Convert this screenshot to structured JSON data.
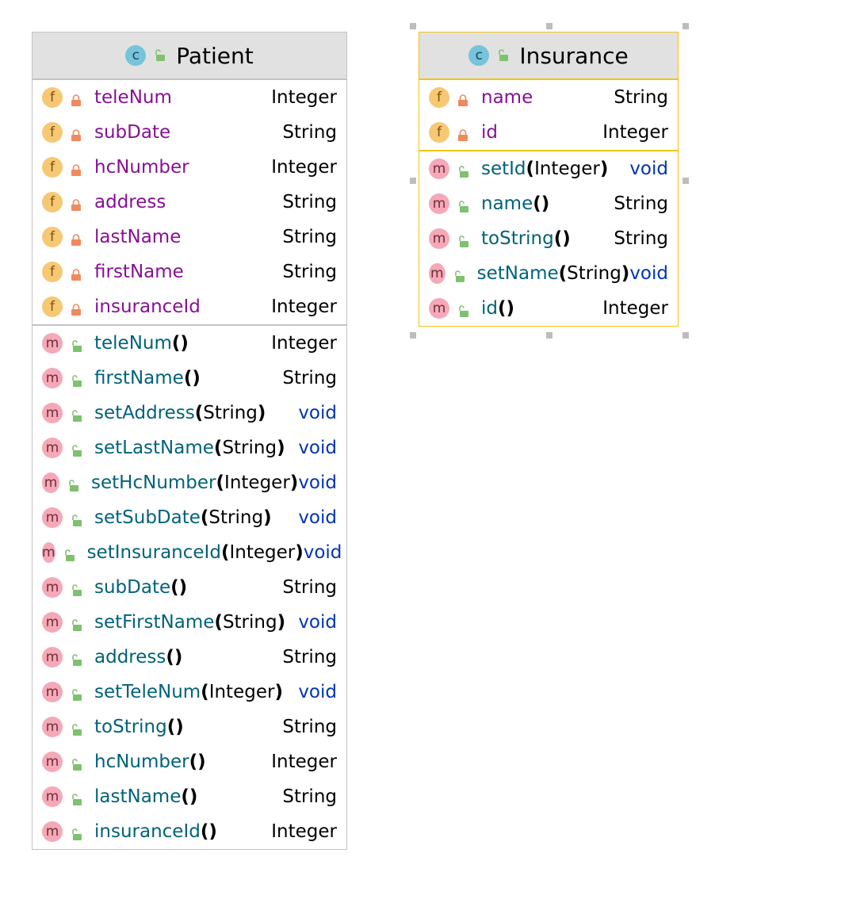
{
  "classes": {
    "patient": {
      "title": "Patient",
      "kind_letter": "c",
      "fields": [
        {
          "name": "teleNum",
          "type": "Integer"
        },
        {
          "name": "subDate",
          "type": "String"
        },
        {
          "name": "hcNumber",
          "type": "Integer"
        },
        {
          "name": "address",
          "type": "String"
        },
        {
          "name": "lastName",
          "type": "String"
        },
        {
          "name": "firstName",
          "type": "String"
        },
        {
          "name": "insuranceId",
          "type": "Integer"
        }
      ],
      "methods": [
        {
          "name": "teleNum",
          "open": "(",
          "param": "",
          "close": ")",
          "type": "Integer"
        },
        {
          "name": "firstName",
          "open": "(",
          "param": "",
          "close": ")",
          "type": "String"
        },
        {
          "name": "setAddress",
          "open": "(",
          "param": "String",
          "close": ")",
          "type": "void"
        },
        {
          "name": "setLastName",
          "open": "(",
          "param": "String",
          "close": ")",
          "type": "void"
        },
        {
          "name": "setHcNumber",
          "open": "(",
          "param": "Integer",
          "close": ")",
          "type": "void"
        },
        {
          "name": "setSubDate",
          "open": "(",
          "param": "String",
          "close": ")",
          "type": "void"
        },
        {
          "name": "setInsuranceId",
          "open": "(",
          "param": "Integer",
          "close": ")",
          "type": "void"
        },
        {
          "name": "subDate",
          "open": "(",
          "param": "",
          "close": ")",
          "type": "String"
        },
        {
          "name": "setFirstName",
          "open": "(",
          "param": "String",
          "close": ")",
          "type": "void"
        },
        {
          "name": "address",
          "open": "(",
          "param": "",
          "close": ")",
          "type": "String"
        },
        {
          "name": "setTeleNum",
          "open": "(",
          "param": "Integer",
          "close": ")",
          "type": "void"
        },
        {
          "name": "toString",
          "open": "(",
          "param": "",
          "close": ")",
          "type": "String"
        },
        {
          "name": "hcNumber",
          "open": "(",
          "param": "",
          "close": ")",
          "type": "Integer"
        },
        {
          "name": "lastName",
          "open": "(",
          "param": "",
          "close": ")",
          "type": "String"
        },
        {
          "name": "insuranceId",
          "open": "(",
          "param": "",
          "close": ")",
          "type": "Integer"
        }
      ]
    },
    "insurance": {
      "title": "Insurance",
      "kind_letter": "c",
      "fields": [
        {
          "name": "name",
          "type": "String"
        },
        {
          "name": "id",
          "type": "Integer"
        }
      ],
      "methods": [
        {
          "name": "setId",
          "open": "(",
          "param": "Integer",
          "close": ")",
          "type": "void"
        },
        {
          "name": "name",
          "open": "(",
          "param": "",
          "close": ")",
          "type": "String"
        },
        {
          "name": "toString",
          "open": "(",
          "param": "",
          "close": ")",
          "type": "String"
        },
        {
          "name": "setName",
          "open": "(",
          "param": "String",
          "close": ")",
          "type": "void"
        },
        {
          "name": "id",
          "open": "(",
          "param": "",
          "close": ")",
          "type": "Integer"
        }
      ]
    }
  },
  "icons": {
    "field_letter": "f",
    "method_letter": "m",
    "class_icon": "class-icon",
    "private_icon": "private-lock-icon",
    "public_icon": "public-unlock-icon"
  },
  "colors": {
    "selected_border": "#f1c40f",
    "header_bg": "#e1e1e1",
    "field_name": "#871094",
    "method_name": "#00627a",
    "void_type": "#0033b3",
    "private_lock": "#f08a5d",
    "public_lock": "#7ec16e"
  }
}
